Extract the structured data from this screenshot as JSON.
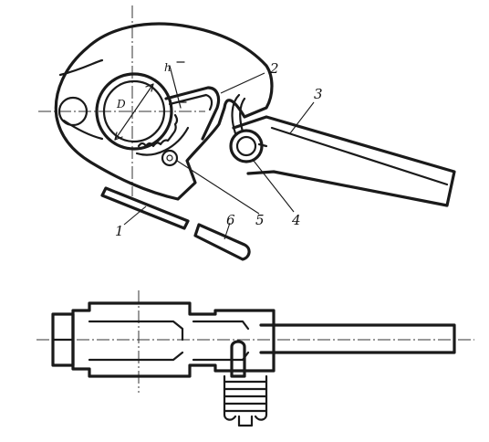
{
  "drawing": {
    "part_labels": [
      "1",
      "2",
      "3",
      "4",
      "5",
      "6"
    ],
    "dimension_labels": {
      "diameter": "D",
      "gap": "h"
    },
    "line_color": "#1a1a1a",
    "background": "#ffffff"
  }
}
